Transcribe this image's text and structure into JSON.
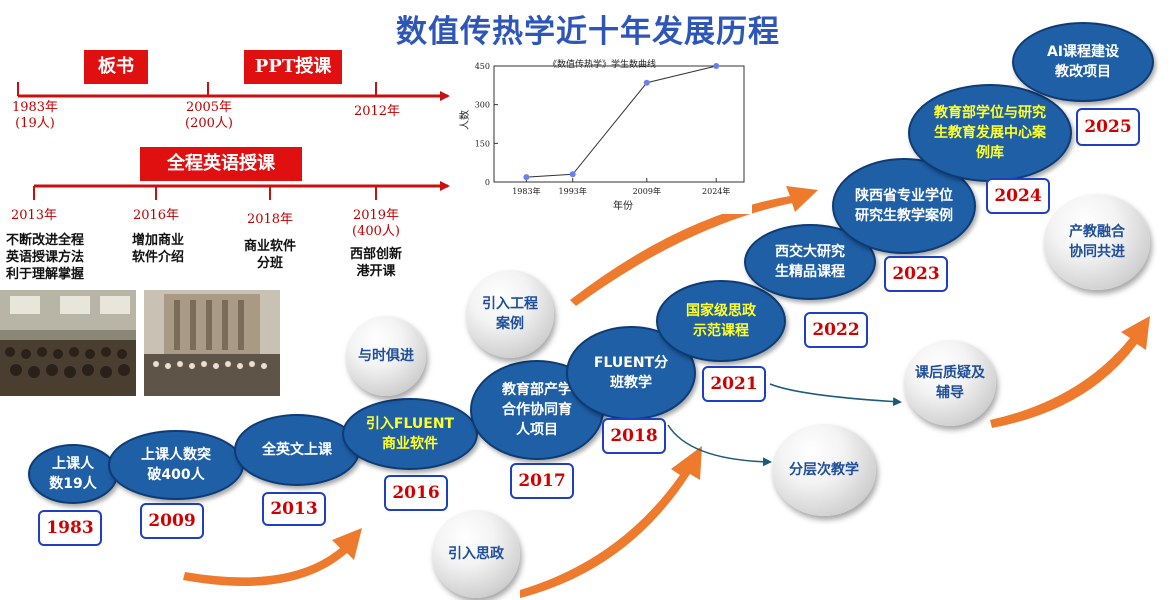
{
  "title": "数值传热学近十年发展历程",
  "top_timeline": {
    "boxes": [
      {
        "label": "板书"
      },
      {
        "label": "PPT授课"
      }
    ],
    "ticks": [
      "1983年",
      "(19人)",
      "2005年",
      "(200人)",
      "2012年"
    ]
  },
  "english_timeline": {
    "box_label": "全程英语授课",
    "ticks": [
      "2013年",
      "2016年",
      "2018年",
      "2019年",
      "(400人)"
    ],
    "descs": [
      [
        "不断改进全程",
        "英语授课方法",
        "利于理解掌握"
      ],
      [
        "增加商业",
        "软件介绍"
      ],
      [
        "商业软件",
        "分班"
      ],
      [
        "西部创新",
        "港开课"
      ]
    ]
  },
  "milestones": [
    {
      "label": [
        "上课人",
        "数19人"
      ],
      "year": "1983"
    },
    {
      "label": [
        "上课人数突",
        "破400人"
      ],
      "year": "2009"
    },
    {
      "label": [
        "全英文上课"
      ],
      "year": "2013"
    },
    {
      "label": [
        "引入FLUENT",
        "商业软件"
      ],
      "year": "2016"
    },
    {
      "label": [
        "教育部产学",
        "合作协同育",
        "人项目"
      ],
      "year": "2017"
    },
    {
      "label": [
        "FLUENT分",
        "班教学"
      ],
      "year": "2018"
    },
    {
      "label": [
        "国家级思政",
        "示范课程"
      ],
      "year": "2021"
    },
    {
      "label": [
        "西交大研究",
        "生精品课程"
      ],
      "year": "2022"
    },
    {
      "label": [
        "陕西省专业学位",
        "研究生教学案例"
      ],
      "year": "2023"
    },
    {
      "label": [
        "教育部学位与研究",
        "生教育发展中心案",
        "例库"
      ],
      "year": "2024"
    },
    {
      "label": [
        "AI课程建设",
        "教改项目"
      ],
      "year": "2025"
    }
  ],
  "pearls": [
    {
      "label": [
        "与时俱进"
      ]
    },
    {
      "label": [
        "引入工程",
        "案例"
      ]
    },
    {
      "label": [
        "引入思政"
      ]
    },
    {
      "label": [
        "分层次教学"
      ]
    },
    {
      "label": [
        "课后质疑及",
        "辅导"
      ]
    },
    {
      "label": [
        "产教融合",
        "协同共进"
      ]
    }
  ],
  "chart_data": {
    "type": "line",
    "title": "《数值传热学》学生数曲线",
    "xlabel": "年份",
    "ylabel": "人数",
    "categories": [
      "1983年",
      "1993年",
      "2009年",
      "2024年"
    ],
    "x": [
      1983,
      1993,
      2009,
      2024
    ],
    "values": [
      19,
      30,
      385,
      450
    ],
    "xlim": [
      1976,
      2030
    ],
    "ylim": [
      0,
      450
    ],
    "yticks": [
      0,
      150,
      300,
      450
    ],
    "grid": false,
    "colors": {
      "line": "#333333",
      "marker": "#6a7ff0"
    }
  },
  "colors": {
    "title": "#2e55b8",
    "accent_red": "#e01010",
    "ellipse_fill": "#1f5fa6",
    "year_box_border": "#1e3fc0",
    "arrow_orange": "#ee7a2e"
  }
}
